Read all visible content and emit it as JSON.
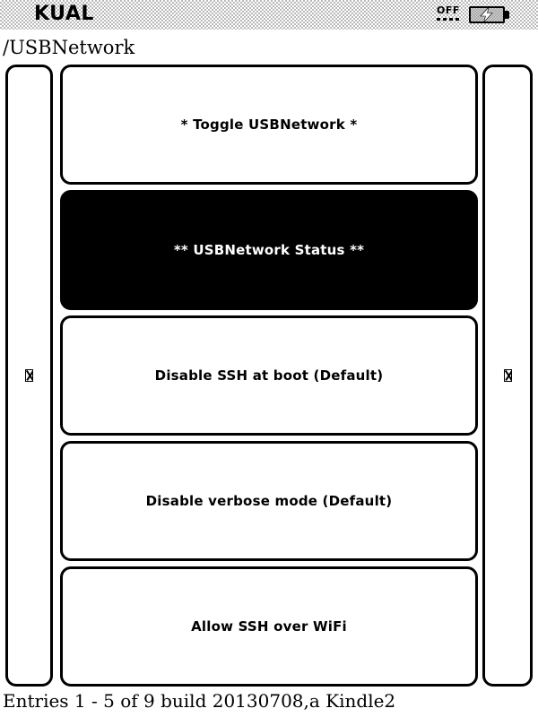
{
  "header": {
    "app_title": "KUAL",
    "wifi_status_label": "OFF",
    "wifi_icon": "wifi-off-icon",
    "battery_icon": "battery-charging-icon"
  },
  "breadcrumb": {
    "path": "/USBNetwork"
  },
  "navigation": {
    "prev_glyph": "☒",
    "next_glyph": "☒",
    "prev_icon": "missing-glyph-box-icon",
    "next_icon": "missing-glyph-box-icon"
  },
  "menu": {
    "items": [
      {
        "label": "* Toggle USBNetwork *",
        "selected": false
      },
      {
        "label": "** USBNetwork Status **",
        "selected": true
      },
      {
        "label": "Disable SSH at boot (Default)",
        "selected": false
      },
      {
        "label": "Disable verbose mode (Default)",
        "selected": false
      },
      {
        "label": "Allow SSH over WiFi",
        "selected": false
      }
    ]
  },
  "footer": {
    "status": "Entries 1 - 5 of 9 build 20130708,a Kindle2",
    "entries_from": 1,
    "entries_to": 5,
    "entries_total": 9,
    "build": "20130708",
    "device": "Kindle2"
  },
  "colors": {
    "foreground": "#000000",
    "background": "#ffffff",
    "header_dither": "#b9b9b9"
  }
}
